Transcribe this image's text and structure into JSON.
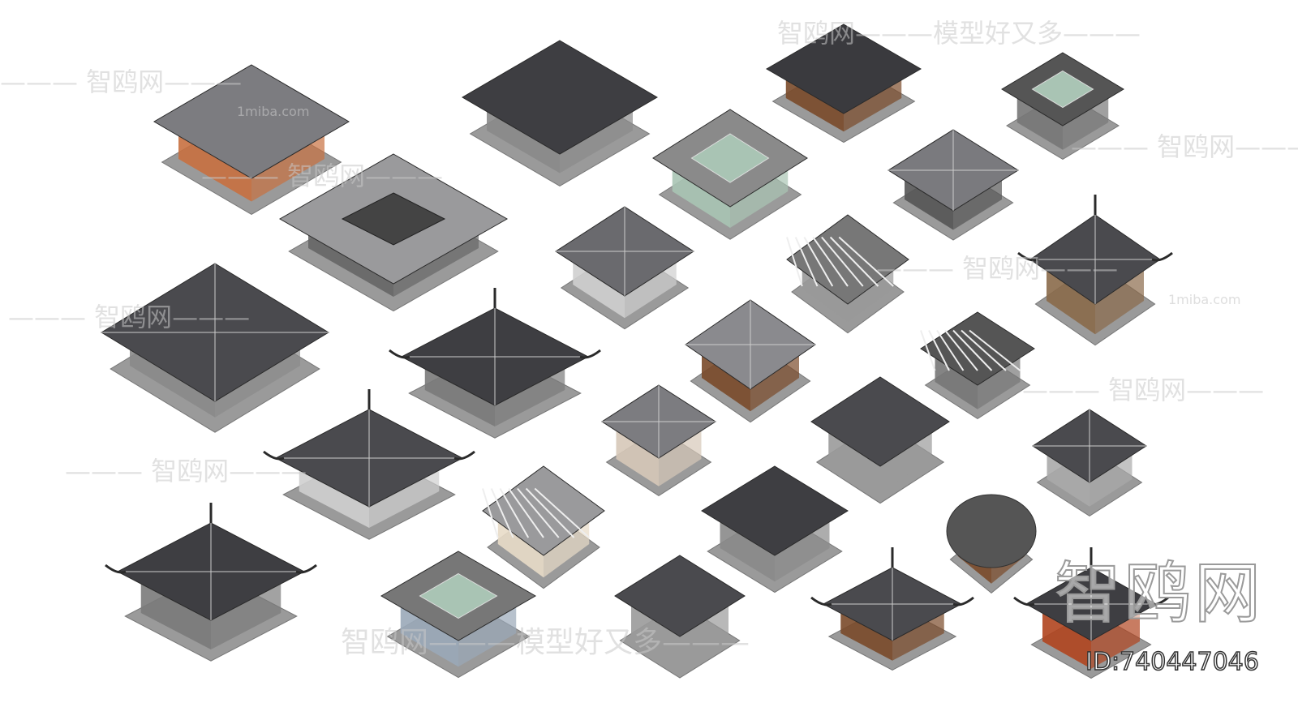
{
  "watermarks": {
    "brand_long": "智鸥网———模型好又多———",
    "brand_short": "——— 智鸥网———",
    "site": "1miba.com",
    "brand_big": "智鸥网",
    "id_label": "ID:740447046"
  },
  "colors": {
    "roof": "#4a4a4e",
    "roof_light": "#8a8a8e",
    "base": "#9a9a9a",
    "wood": "#7a4a2a",
    "accent_red": "#b0451f",
    "glass": "#a9c4b4"
  }
}
